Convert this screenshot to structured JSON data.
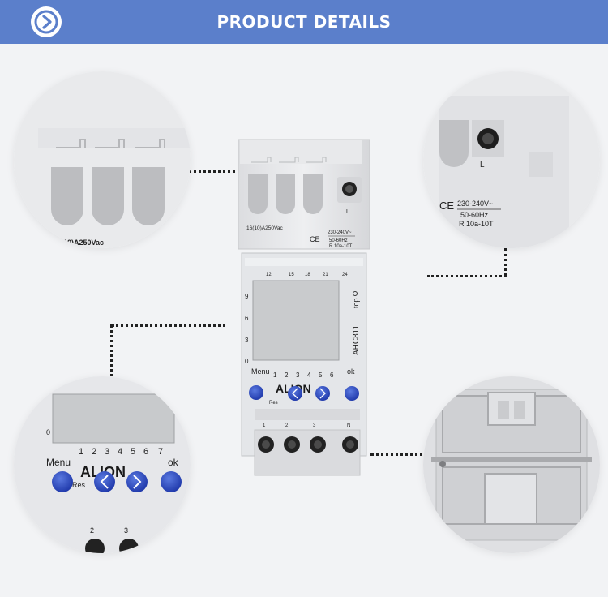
{
  "header": {
    "title": "PRODUCT DETAILS",
    "play_icon": "play-icon"
  },
  "device": {
    "terminal_top_rating": "16(10)A250Vac",
    "terminal_l_label": "L",
    "ce_mark": "CE",
    "spec_voltage": "230-240V~",
    "spec_frequency": "50-60Hz",
    "spec_relay": "R 10a-10T",
    "model": "AHC811",
    "top_label": "top",
    "brand": "ALION",
    "menu_label": "Menu",
    "ok_label": "ok",
    "reset_label": "Res",
    "day_numbers": [
      "1",
      "2",
      "3",
      "4",
      "5",
      "6",
      "7"
    ],
    "scale_numbers": [
      "9",
      "6",
      "3",
      "0"
    ],
    "hour_numbers": [
      "12",
      "15",
      "18",
      "21",
      "24"
    ],
    "bottom_terminals": [
      "1",
      "2",
      "3",
      "N"
    ],
    "minus_label": "−",
    "plus_label": "+"
  },
  "colors": {
    "header": "#5b7fcb",
    "button_blue": "#2f4fc7",
    "device_body": "#e6e7ea",
    "lcd": "#c9cbcd"
  }
}
